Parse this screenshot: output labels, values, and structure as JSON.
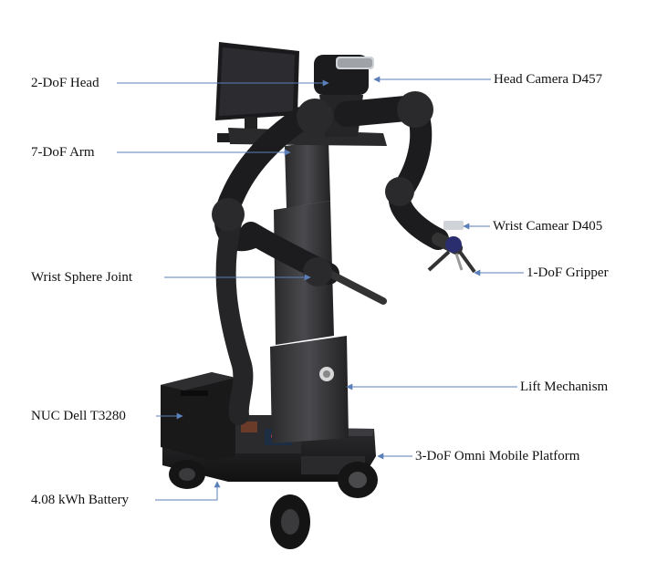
{
  "labels": {
    "head": "2-DoF Head",
    "arm": "7-DoF Arm",
    "wrist_joint": "Wrist Sphere Joint",
    "nuc": "NUC Dell T3280",
    "battery": "4.08 kWh Battery",
    "head_camera": "Head Camera D457",
    "wrist_camera": "Wrist Camear D405",
    "gripper": "1-DoF Gripper",
    "lift": "Lift Mechanism",
    "platform": "3-DoF Omni Mobile Platform"
  },
  "colors": {
    "leader_line": "#5b7fb8",
    "robot_dark": "#1c1c1e",
    "robot_mid": "#3a3a3c",
    "robot_light": "#5c5c60"
  }
}
